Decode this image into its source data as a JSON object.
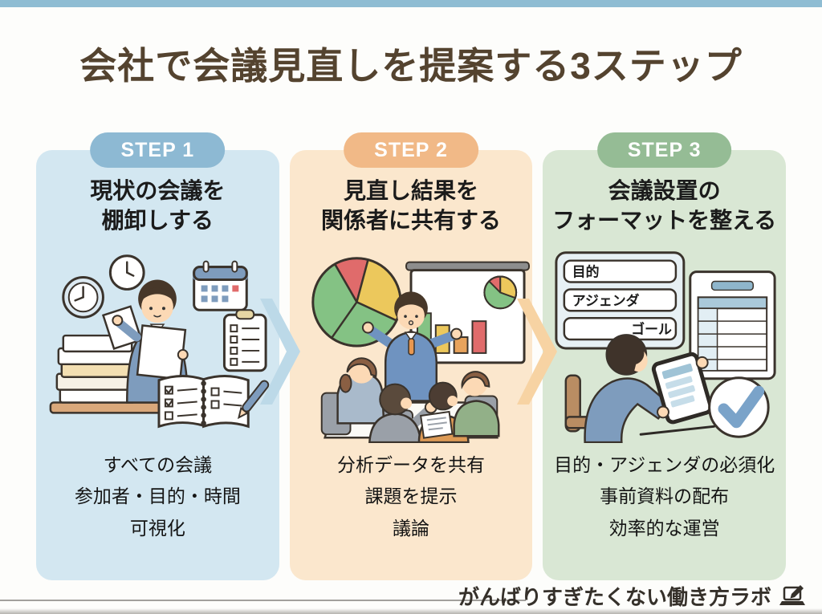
{
  "page": {
    "title": "会社で会議見直しを提案する3ステップ",
    "footer": {
      "label": "がんばりすぎたくない働き方ラボ",
      "icon": "laptop-pencil-icon"
    }
  },
  "palette": {
    "top_bar": "#8fbdd3",
    "background": "#fdfdfb",
    "title_text": "#54432f",
    "step1_badge": "#8db9d3",
    "step1_card": "#d3e7f1",
    "step2_badge": "#f1b987",
    "step2_card": "#fbe7cd",
    "step3_badge": "#95bc95",
    "step3_card": "#d9e7d4",
    "chart_green": "#84c284",
    "chart_yellow": "#ecc85c",
    "chart_red": "#e06b6b",
    "chart_orange": "#e8a35c",
    "check_blue": "#7aa3c9"
  },
  "steps": [
    {
      "badge": "STEP 1",
      "heading_line1": "現状の会議を",
      "heading_line2": "棚卸しする",
      "points": [
        "すべての会議",
        "参加者・目的・時間",
        "可視化"
      ],
      "illustration": "worker-reviewing-document-stacks"
    },
    {
      "badge": "STEP 2",
      "heading_line1": "見直し結果を",
      "heading_line2": "関係者に共有する",
      "points": [
        "分析データを共有",
        "課題を提示",
        "議論"
      ],
      "illustration": "presenter-sharing-charts-with-team"
    },
    {
      "badge": "STEP 3",
      "heading_line1": "会議設置の",
      "heading_line2": "フォーマットを整える",
      "points": [
        "目的・アジェンダの必須化",
        "事前資料の配布",
        "効率的な運営"
      ],
      "illustration": "person-checking-meeting-format",
      "form_labels": [
        "目的",
        "アジェンダ",
        "ゴール"
      ]
    }
  ]
}
